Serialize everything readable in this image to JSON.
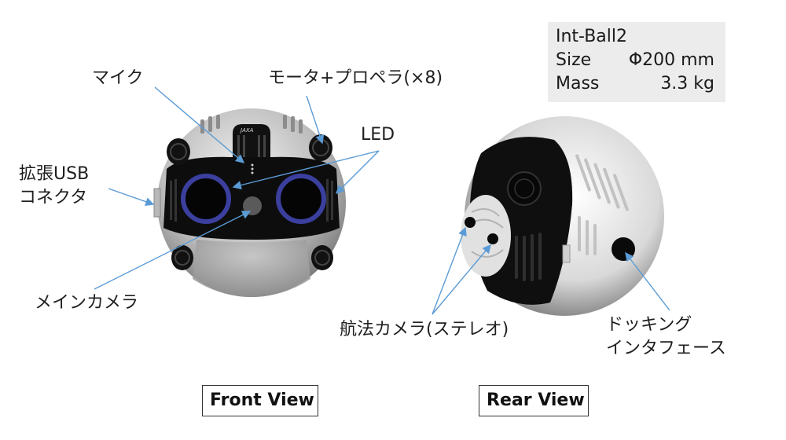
{
  "spec_box": {
    "title": "Int-Ball2",
    "rows": [
      {
        "key": "Size",
        "value": "Φ200 mm"
      },
      {
        "key": "Mass",
        "value": "3.3 kg"
      }
    ]
  },
  "front": {
    "callouts": {
      "mic": "マイク",
      "motor": "モータ+プロペラ(×8)",
      "led": "LED",
      "usb_line1": "拡張USB",
      "usb_line2": "コネクタ",
      "main_camera": "メインカメラ"
    },
    "view_label": "Front View"
  },
  "rear": {
    "callouts": {
      "nav_camera": "航法カメラ(ステレオ)",
      "dock_line1": "ドッキング",
      "dock_line2": "インタフェース"
    },
    "view_label": "Rear View"
  },
  "colors": {
    "leader_line": "#5b9bd5",
    "led_ring": "#3b3f9e",
    "body_dark": "#0d0d0d",
    "body_light": "#d8d8d8",
    "spec_bg": "#ececec"
  }
}
